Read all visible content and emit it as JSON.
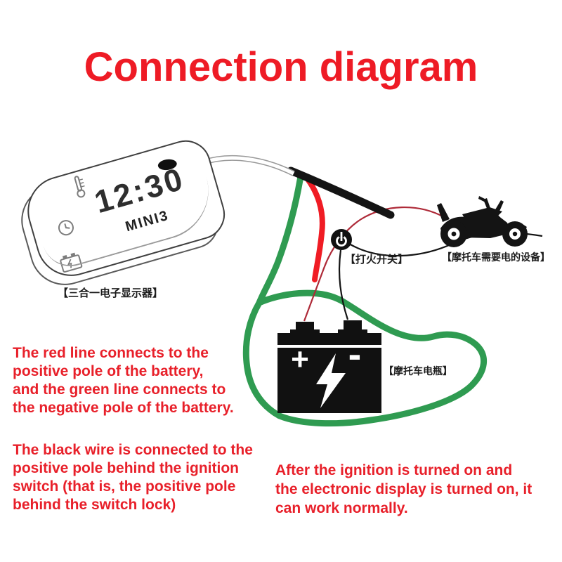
{
  "title": "Connection diagram",
  "device": {
    "time": "12:30",
    "model": "MINI3",
    "label": "【三合一电子显示器】",
    "icons": [
      "thermometer-icon",
      "clock-icon",
      "battery-icon"
    ]
  },
  "ignition": {
    "label": "【打火开关】",
    "icon": "power-icon"
  },
  "motorcycle": {
    "label": "【摩托车需要电的设备】"
  },
  "battery": {
    "label": "【摩托车电瓶】",
    "positive_symbol": "+",
    "negative_symbol": "-"
  },
  "notes": {
    "battery_note": {
      "lines": [
        "The red line connects to the",
        "positive pole of the battery,",
        "and the green line connects to",
        "the negative pole of the battery."
      ]
    },
    "ignition_note": {
      "lines": [
        "The black wire is connected to the",
        "positive pole behind the ignition",
        "switch (that is, the positive pole",
        "behind the switch lock)"
      ]
    },
    "operation_note": {
      "lines": [
        "After the ignition is turned on and",
        "the electronic display is turned on, it",
        "can work normally."
      ]
    }
  },
  "colors": {
    "title_red": "#ee1b25",
    "note_red": "#e8202a",
    "wire_red": "#f01c24",
    "wire_thin_red": "#ae2a38",
    "wire_green": "#2f9b51",
    "wire_black": "#141414",
    "cable_gray": "#999999"
  }
}
